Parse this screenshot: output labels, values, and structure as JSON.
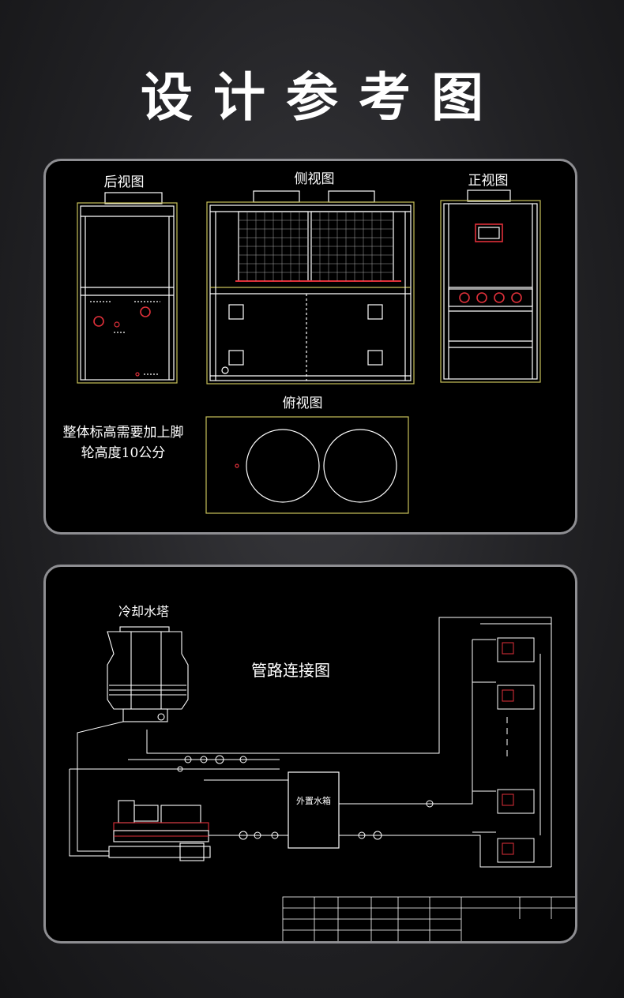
{
  "title": "设计参考图",
  "drawings": {
    "rear_view_label": "后视图",
    "side_view_label": "侧视图",
    "front_view_label": "正视图",
    "top_view_label": "俯视图",
    "note_line1": "整体标高需要加上脚",
    "note_line2": "轮高度10公分"
  },
  "piping": {
    "cooling_tower_label": "冷却水塔",
    "diagram_title": "管路连接图",
    "external_tank_label": "外置水箱"
  },
  "colors": {
    "line": "#ffffff",
    "accent_red": "#e0303a",
    "frame_yellow": "#c8c05a",
    "panel_border": "#8e8e92"
  }
}
